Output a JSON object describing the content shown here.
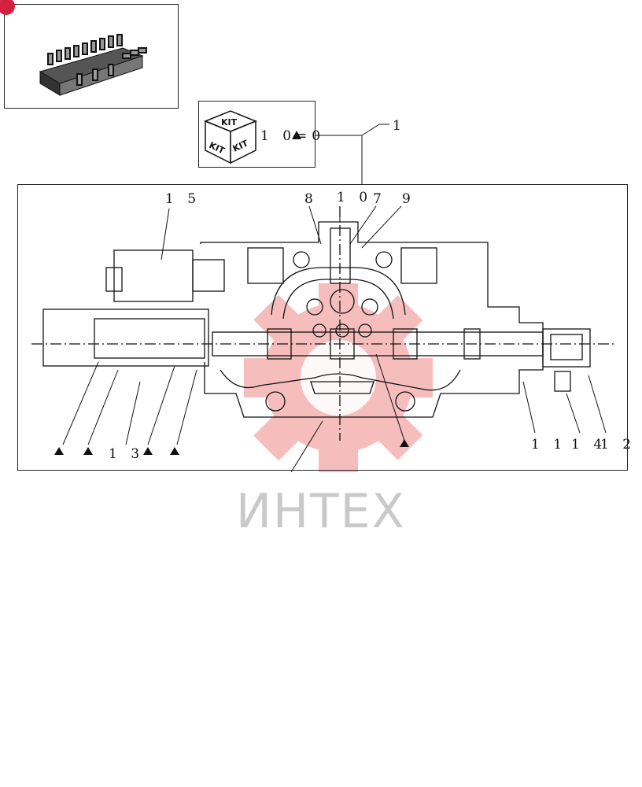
{
  "kit": {
    "box_text": "KIT",
    "ref_text": "1 0=0"
  },
  "labels": {
    "main_ref": "1",
    "l15": "1 5",
    "l8": "8",
    "l10": "1 0",
    "l7": "7",
    "l9": "9",
    "l13": "1 3",
    "l11": "1 1",
    "l14": "1 4",
    "l12": "1 2"
  },
  "watermark": {
    "text": "ИНТЕХ",
    "logo": "gear-logo"
  },
  "colors": {
    "line": "#111111",
    "badge": "#d4213d",
    "watermark_red": "#f4a8a8",
    "watermark_gray": "#c9c9c9"
  }
}
